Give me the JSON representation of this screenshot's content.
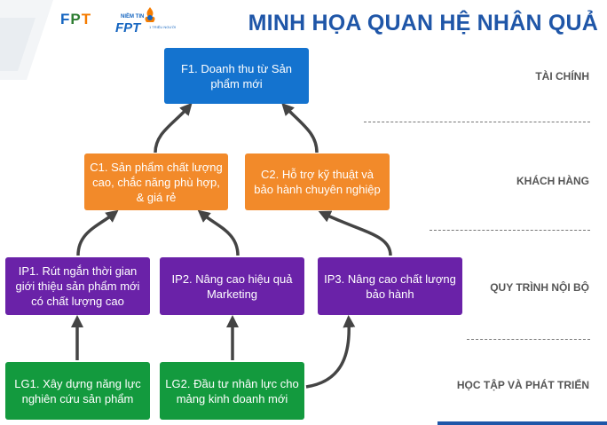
{
  "header": {
    "title": "MINH HỌA QUAN HỆ NHÂN QUẢ",
    "logo_text": "FPT",
    "trust_logo": {
      "small": "NIỀM TIN",
      "big": "FPT",
      "tiny": "1 TRIỆU NGƯỜI"
    }
  },
  "nodes": {
    "f1": "F1. Doanh thu từ Sản phẩm mới",
    "c1": "C1. Sản phẩm chất lượng cao, chắc năng phù hợp, & giá rẻ",
    "c2": "C2. Hỗ trợ kỹ thuật và bảo hành chuyên nghiệp",
    "ip1": "IP1. Rút ngắn thời gian giới thiệu sản phẩm mới có chất lượng cao",
    "ip2": "IP2. Nâng cao hiệu quả Marketing",
    "ip3": "IP3. Nâng cao chất lượng bảo hành",
    "lg1": "LG1. Xây dựng năng lực nghiên cứu sản phẩm",
    "lg2": "LG2. Đầu tư nhân lực cho mảng kinh doanh mới"
  },
  "categories": {
    "finance": "TÀI CHÍNH",
    "customer": "KHÁCH HÀNG",
    "process": "QUY TRÌNH NỘI BỘ",
    "learning": "HỌC TẬP VÀ PHÁT TRIỂN"
  },
  "colors": {
    "financial": "#1473cf",
    "customer": "#f28a2a",
    "process": "#6a22a8",
    "learning": "#139a3e",
    "title": "#1f56a8"
  }
}
